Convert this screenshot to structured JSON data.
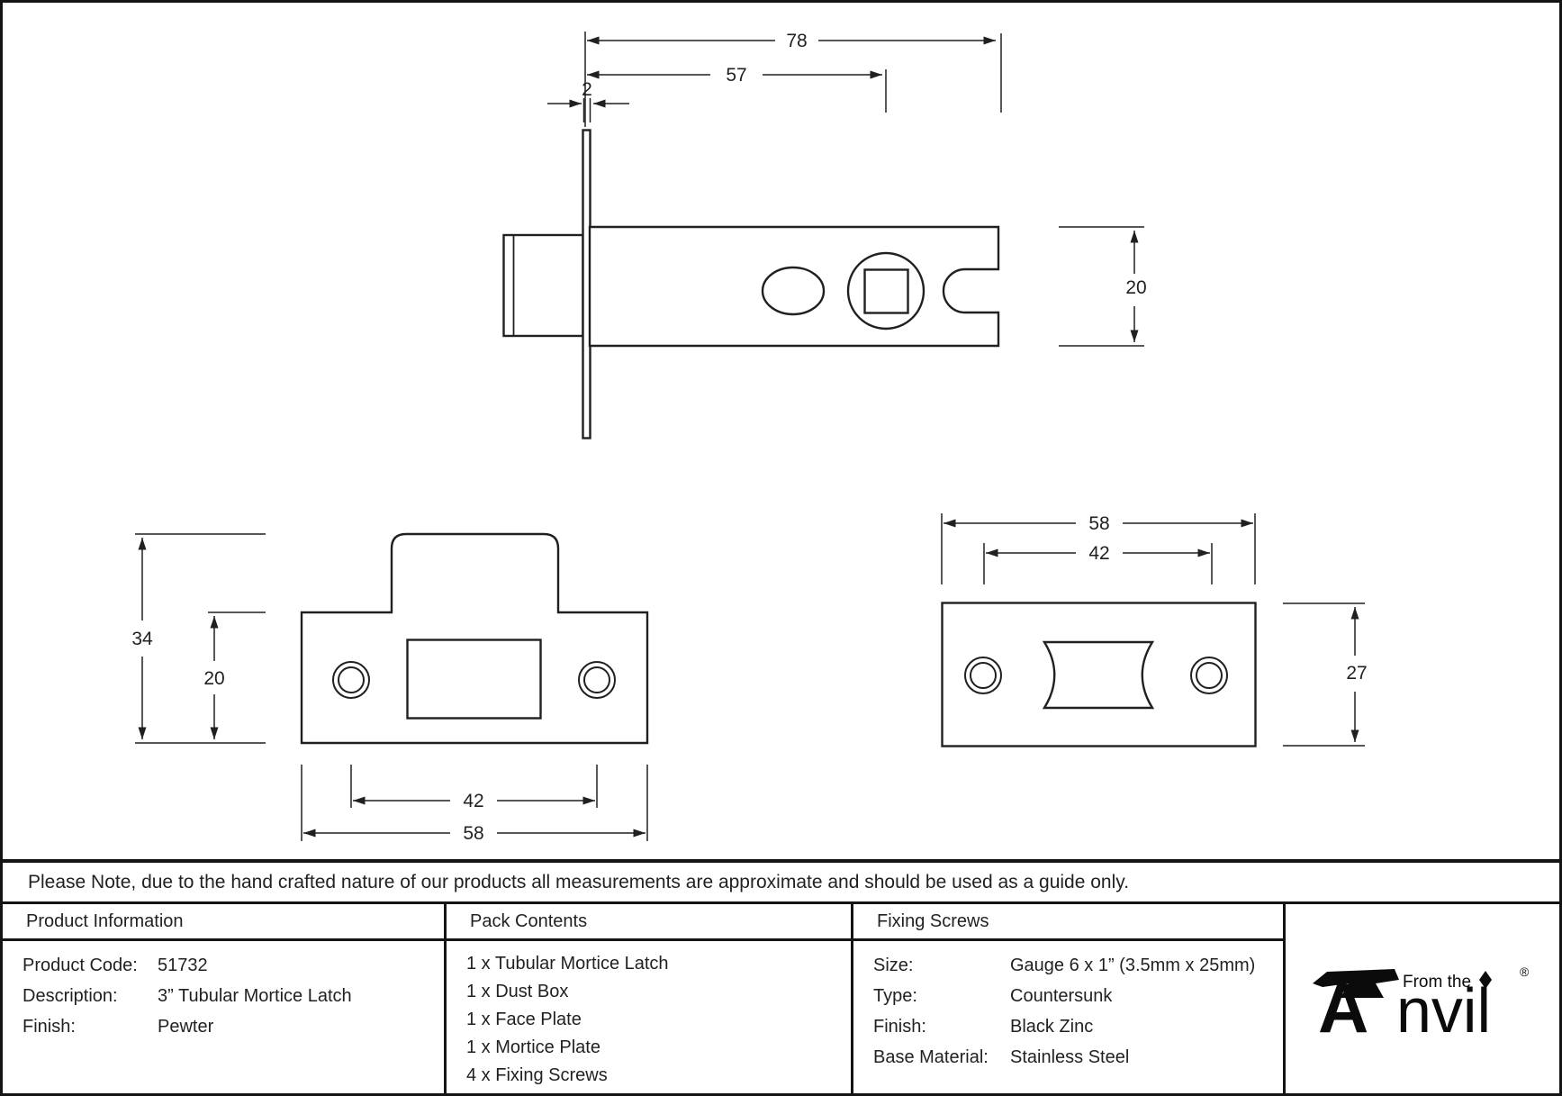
{
  "drawing": {
    "latch_side_view": {
      "dim_overall_length": "78",
      "dim_backset": "57",
      "dim_faceplate_thickness": "2",
      "dim_case_height": "20"
    },
    "face_plate_view": {
      "dim_overall_height": "34",
      "dim_plate_height": "20",
      "dim_hole_centres": "42",
      "dim_plate_width": "58"
    },
    "mortice_plate_view": {
      "dim_plate_width": "58",
      "dim_hole_centres": "42",
      "dim_plate_height": "27"
    }
  },
  "note": "Please Note, due to the hand crafted nature of our products all measurements are approximate and should be used as a guide only.",
  "table": {
    "product_information": {
      "header": "Product Information",
      "rows": [
        {
          "label": "Product Code:",
          "value": "51732"
        },
        {
          "label": "Description:",
          "value": "3” Tubular Mortice Latch"
        },
        {
          "label": "Finish:",
          "value": "Pewter"
        }
      ]
    },
    "pack_contents": {
      "header": "Pack Contents",
      "items": [
        "1 x Tubular Mortice Latch",
        "1 x Dust Box",
        "1 x Face Plate",
        "1 x Mortice Plate",
        "4 x Fixing Screws"
      ]
    },
    "fixing_screws": {
      "header": "Fixing Screws",
      "rows": [
        {
          "label": "Size:",
          "value": "Gauge 6 x 1” (3.5mm x 25mm)"
        },
        {
          "label": "Type:",
          "value": "Countersunk"
        },
        {
          "label": "Finish:",
          "value": "Black Zinc"
        },
        {
          "label": "Base Material:",
          "value": "Stainless Steel"
        }
      ]
    }
  },
  "logo": {
    "prefix": "From the",
    "brand_initial": "A",
    "brand_rest": "nvil",
    "registered": "®"
  }
}
